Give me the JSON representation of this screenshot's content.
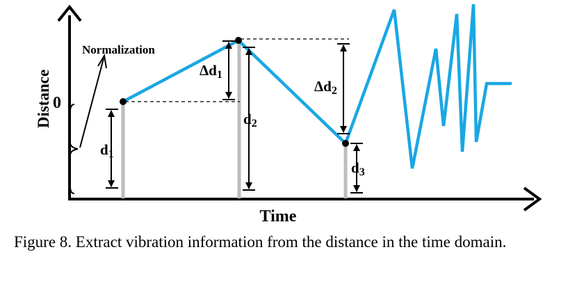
{
  "diagram": {
    "x_axis_label": "Time",
    "y_axis_label": "Distance",
    "zero_label": "0",
    "normalization_label": "Normalization",
    "labels": {
      "d1": "d",
      "d1_sub": "1",
      "d2": "d",
      "d2_sub": "2",
      "d3": "d",
      "d3_sub": "3",
      "delta_d1": "Δd",
      "delta_d1_sub": "1",
      "delta_d2": "Δd",
      "delta_d2_sub": "2"
    },
    "colors": {
      "signal": "#1aa7e3",
      "sample_bar": "#bdbdbd",
      "axis": "#000000"
    }
  },
  "caption": "Figure 8. Extract vibration information from the distance in the time domain."
}
